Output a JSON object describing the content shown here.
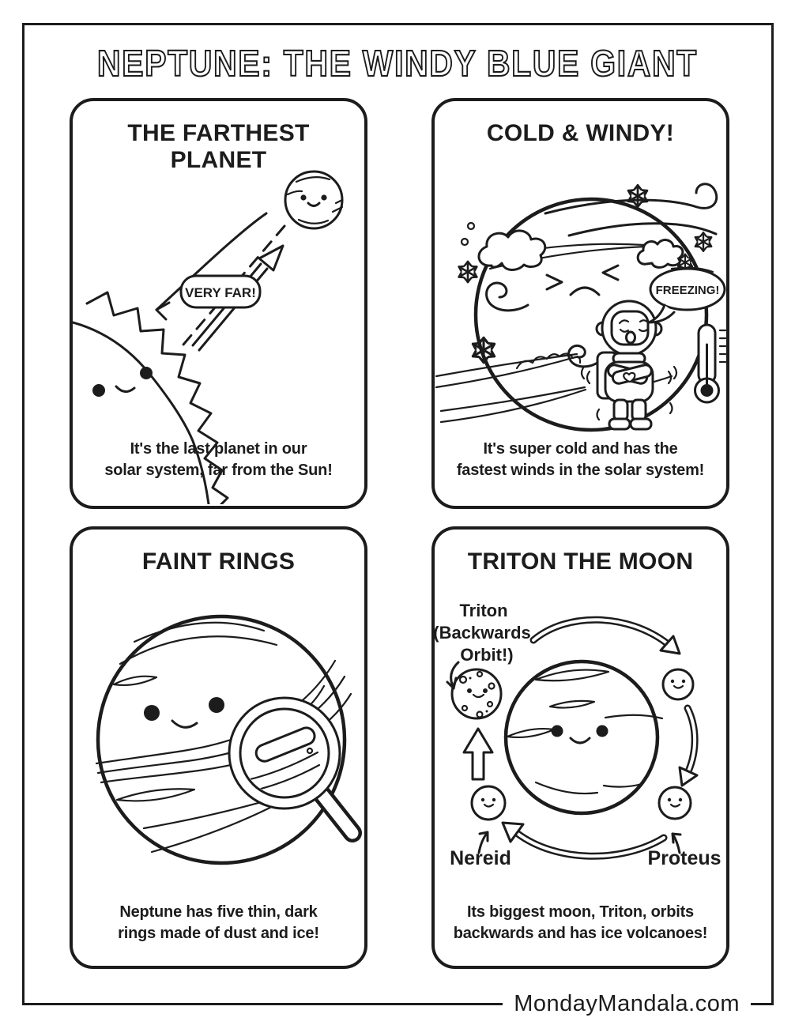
{
  "page": {
    "title": "NEPTUNE: THE WINDY BLUE GIANT",
    "footer": "MondayMandala.com"
  },
  "colors": {
    "ink": "#1c1c1c",
    "paper": "#ffffff"
  },
  "panel1": {
    "heading": "THE FARTHEST PLANET",
    "distance_label": "VERY FAR!",
    "caption1": "It's the last planet in our",
    "caption2": "solar system, far from the Sun!"
  },
  "panel2": {
    "heading": "COLD & WINDY!",
    "speech_bubble": "FREEZING!",
    "caption1": "It's super cold and has the",
    "caption2": "fastest winds in the solar system!"
  },
  "panel3": {
    "heading": "FAINT RINGS",
    "caption1": "Neptune has five thin, dark",
    "caption2": "rings made of dust and ice!"
  },
  "panel4": {
    "heading": "TRITON THE MOON",
    "triton_label1": "Triton",
    "triton_label2": "(Backwards",
    "triton_label3": "Orbit!)",
    "nereid_label": "Nereid",
    "proteus_label": "Proteus",
    "caption1": "Its biggest moon, Triton, orbits",
    "caption2": "backwards and has ice volcanoes!"
  }
}
